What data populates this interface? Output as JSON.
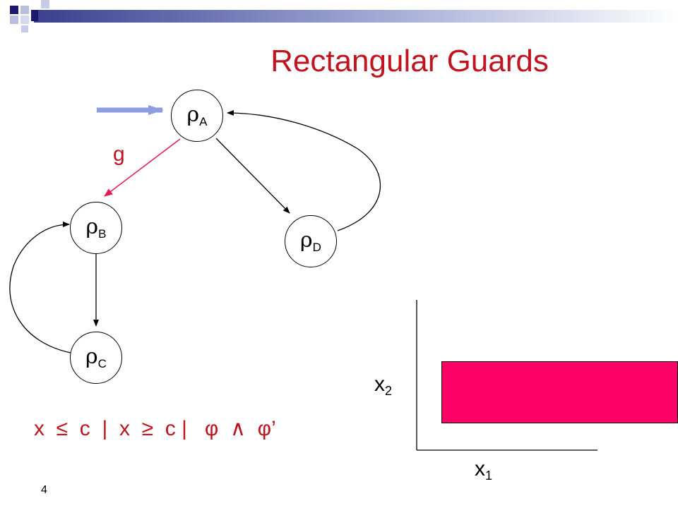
{
  "slide": {
    "title": "Rectangular Guards",
    "page_number": "4"
  },
  "automaton": {
    "initial_arrow_color": "#8a9ee0",
    "nodes": {
      "a": {
        "symbol": "ρ",
        "subscript": "A"
      },
      "b": {
        "symbol": "ρ",
        "subscript": "B"
      },
      "c": {
        "symbol": "ρ",
        "subscript": "C"
      },
      "d": {
        "symbol": "ρ",
        "subscript": "D"
      }
    },
    "edge_label": "g",
    "highlight_color": "#e8194f"
  },
  "guard_grammar": "x  ≤  c  |  x  ≥  c |   φ  ∧  φ’",
  "plot": {
    "x_axis": {
      "symbol": "x",
      "subscript": "1"
    },
    "y_axis": {
      "symbol": "x",
      "subscript": "2"
    },
    "rect_color": "#ff0066"
  },
  "colors": {
    "title": "#c0141e",
    "header_dark": "#1a1a6e",
    "header_light": "#b7bede"
  }
}
